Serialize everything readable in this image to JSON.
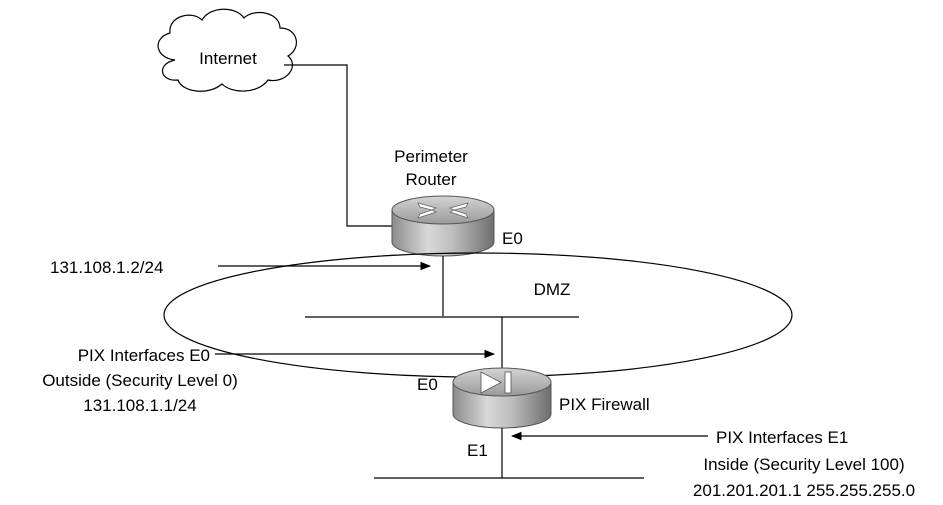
{
  "labels": {
    "internet": "Internet",
    "router_line1": "Perimeter",
    "router_line2": "Router",
    "router_e0": "E0",
    "router_ip": "131.108.1.2/24",
    "dmz": "DMZ",
    "pix_outside_line1": "PIX Interfaces E0",
    "pix_outside_line2": "Outside (Security Level 0)",
    "pix_outside_line3": "131.108.1.1/24",
    "pix_e0": "E0",
    "pix_name": "PIX Firewall",
    "pix_e1": "E1",
    "pix_inside_line1": "PIX Interfaces E1",
    "pix_inside_line2": "Inside (Security Level 100)",
    "pix_inside_line3": "201.201.201.1 255.255.255.0"
  },
  "icons": {
    "cloud": "cloud-icon",
    "router": "router-icon",
    "firewall": "firewall-icon"
  }
}
